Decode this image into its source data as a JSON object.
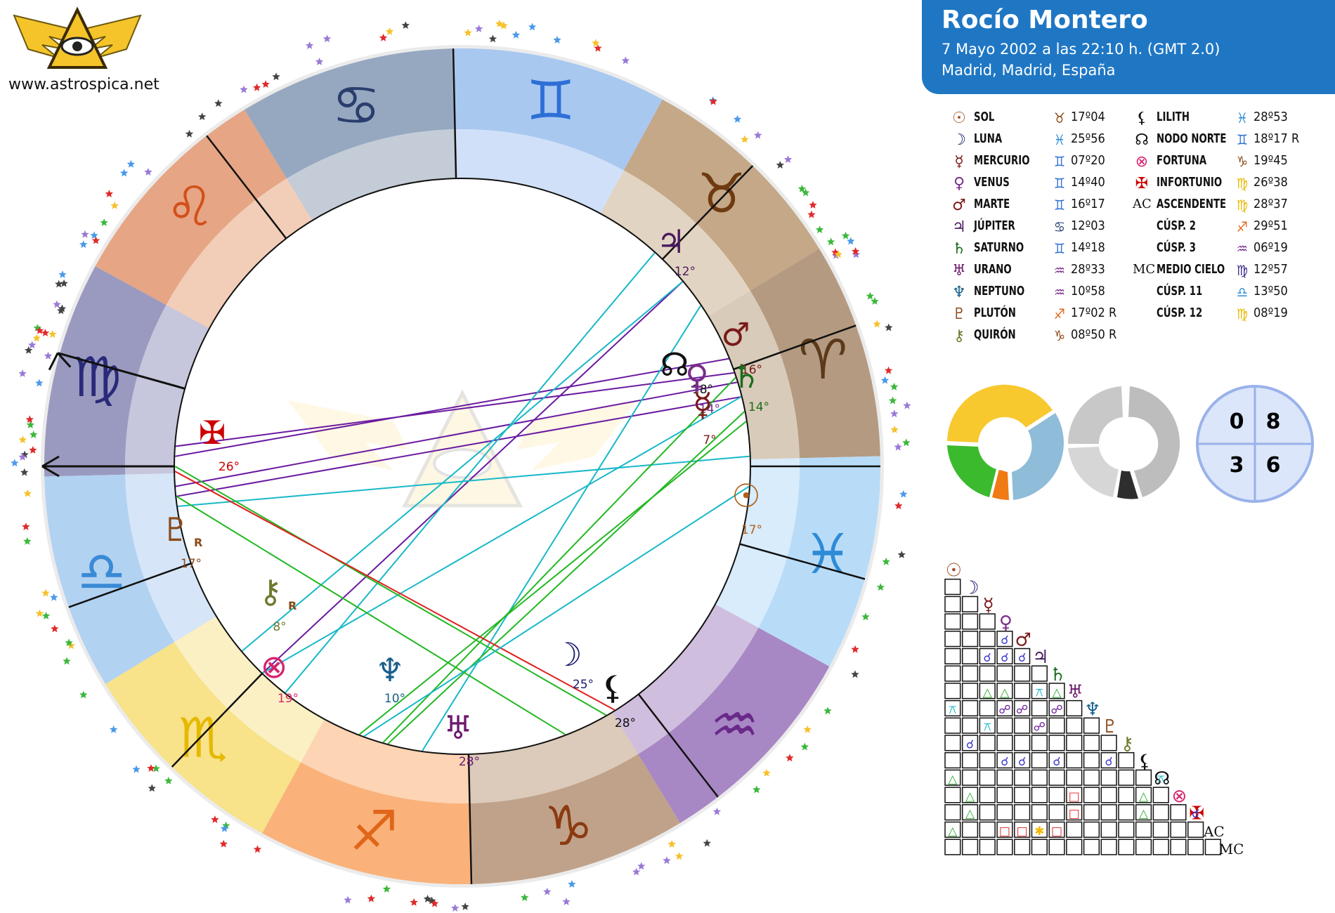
{
  "site": {
    "url": "www.astrospica.net"
  },
  "header": {
    "name": "Rocío Montero",
    "date_line": "7 Mayo 2002 a las  22:10 h. (GMT 2.0)",
    "place_line": "Madrid, Madrid, España"
  },
  "colors": {
    "header_bg": "#1f77c4"
  },
  "planets_table": [
    {
      "glyph": "☉",
      "color": "#a0522d",
      "name": "SOL",
      "sign": "♉",
      "sign_color": "#8b4513",
      "value": "17º04"
    },
    {
      "glyph": "☽",
      "color": "#1a1a6e",
      "name": "LUNA",
      "sign": "♓",
      "sign_color": "#2e8bd6",
      "value": "25º56"
    },
    {
      "glyph": "☿",
      "color": "#7a1a1a",
      "name": "MERCURIO",
      "sign": "♊",
      "sign_color": "#2e6fd6",
      "value": "07º20"
    },
    {
      "glyph": "♀",
      "color": "#7a2e8a",
      "name": "VENUS",
      "sign": "♊",
      "sign_color": "#2e6fd6",
      "value": "14º40"
    },
    {
      "glyph": "♂",
      "color": "#7a1a1a",
      "name": "MARTE",
      "sign": "♊",
      "sign_color": "#2e6fd6",
      "value": "16º17"
    },
    {
      "glyph": "♃",
      "color": "#4a1a5e",
      "name": "JÚPITER",
      "sign": "♋",
      "sign_color": "#1a3a6e",
      "value": "12º03"
    },
    {
      "glyph": "♄",
      "color": "#1a6e1a",
      "name": "SATURNO",
      "sign": "♊",
      "sign_color": "#2e6fd6",
      "value": "14º18"
    },
    {
      "glyph": "♅",
      "color": "#6e1a6e",
      "name": "URANO",
      "sign": "♒",
      "sign_color": "#7a2e8a",
      "value": "28º33"
    },
    {
      "glyph": "♆",
      "color": "#1a5e8a",
      "name": "NEPTUNO",
      "sign": "♒",
      "sign_color": "#7a2e8a",
      "value": "10º58"
    },
    {
      "glyph": "♇",
      "color": "#8a4a1a",
      "name": "PLUTÓN",
      "sign": "♐",
      "sign_color": "#e0661a",
      "value": "17º02 R"
    },
    {
      "glyph": "⚷",
      "color": "#6e7a2e",
      "name": "QUIRÓN",
      "sign": "♑",
      "sign_color": "#8b4513",
      "value": "08º50 R"
    }
  ],
  "points_table": [
    {
      "glyph": "⚸",
      "color": "#111111",
      "name": "LILITH",
      "sign": "♓",
      "sign_color": "#2e8bd6",
      "value": "28º53"
    },
    {
      "glyph": "☊",
      "color": "#111111",
      "name": "NODO NORTE",
      "sign": "♊",
      "sign_color": "#2e6fd6",
      "value": "18º17 R"
    },
    {
      "glyph": "⊗",
      "color": "#d6246e",
      "name": "FORTUNA",
      "sign": "♑",
      "sign_color": "#8b4513",
      "value": "19º45"
    },
    {
      "glyph": "✠",
      "color": "#cc0000",
      "name": "INFORTUNIO",
      "sign": "♍",
      "sign_color": "#e6b800",
      "value": "26º38"
    },
    {
      "glyph": "AC",
      "color": "#111111",
      "name": "ASCENDENTE",
      "sign": "♍",
      "sign_color": "#e6b800",
      "value": "28º37"
    },
    {
      "glyph": "",
      "color": "#111111",
      "name": "CÚSP. 2",
      "sign": "♐",
      "sign_color": "#e0661a",
      "value": "29º51"
    },
    {
      "glyph": "",
      "color": "#111111",
      "name": "CÚSP. 3",
      "sign": "♒",
      "sign_color": "#7a2e8a",
      "value": "06º19"
    },
    {
      "glyph": "MC",
      "color": "#111111",
      "name": "MEDIO CIELO",
      "sign": "♍",
      "sign_color": "#3a2a8a",
      "value": "12º57"
    },
    {
      "glyph": "",
      "color": "#111111",
      "name": "CÚSP. 11",
      "sign": "♎",
      "sign_color": "#2e8bd6",
      "value": "13º50"
    },
    {
      "glyph": "",
      "color": "#111111",
      "name": "CÚSP. 12",
      "sign": "♍",
      "sign_color": "#e6b800",
      "value": "08º19"
    }
  ],
  "zodiac": [
    {
      "sign": "♈",
      "fill": "#b49a80",
      "inner": "#d8cbb9",
      "glyph_color": "#5a3a1a"
    },
    {
      "sign": "♉",
      "fill": "#c4a888",
      "inner": "#e2d4c2",
      "glyph_color": "#6e3a10"
    },
    {
      "sign": "♊",
      "fill": "#a8c8f0",
      "inner": "#cfe0f8",
      "glyph_color": "#2e6fd6"
    },
    {
      "sign": "♋",
      "fill": "#96a8c0",
      "inner": "#c4ccd8",
      "glyph_color": "#2a3e6e"
    },
    {
      "sign": "♌",
      "fill": "#e6a584",
      "inner": "#f2cdb8",
      "glyph_color": "#d2501a"
    },
    {
      "sign": "♍",
      "fill": "#9a9ac0",
      "inner": "#c6c6dc",
      "glyph_color": "#2a2a7a"
    },
    {
      "sign": "♎",
      "fill": "#b2d2f2",
      "inner": "#d6e6f8",
      "glyph_color": "#3a8ad6"
    },
    {
      "sign": "♏",
      "fill": "#f8e28a",
      "inner": "#fbf0c4",
      "glyph_color": "#e6b800"
    },
    {
      "sign": "♐",
      "fill": "#fab27a",
      "inner": "#fdd4b4",
      "glyph_color": "#e0661a"
    },
    {
      "sign": "♑",
      "fill": "#c0a28a",
      "inner": "#dccaba",
      "glyph_color": "#8b3a10"
    },
    {
      "sign": "♒",
      "fill": "#a888c4",
      "inner": "#d0bede",
      "glyph_color": "#6a2a8a"
    },
    {
      "sign": "♓",
      "fill": "#b8dcf8",
      "inner": "#d8ecfc",
      "glyph_color": "#2e8bd6"
    }
  ],
  "chart_planets": [
    {
      "glyph": "☊",
      "label": "18°",
      "color": "#111111"
    },
    {
      "glyph": "♂",
      "label": "16°",
      "color": "#7a1a1a"
    },
    {
      "glyph": "♀",
      "label": "14°",
      "color": "#7a2e8a"
    },
    {
      "glyph": "♄",
      "label": "14°",
      "color": "#1a6e1a"
    },
    {
      "glyph": "☿",
      "label": "7°",
      "color": "#7a1a1a"
    },
    {
      "glyph": "♃",
      "label": "12°",
      "color": "#4a1a5e"
    },
    {
      "glyph": "☉",
      "label": "17°",
      "color": "#b0601a"
    },
    {
      "glyph": "☽",
      "label": "25°",
      "color": "#1a1a6e"
    },
    {
      "glyph": "⚸",
      "label": "28°",
      "color": "#111111"
    },
    {
      "glyph": "♅",
      "label": "28°",
      "color": "#6e1a6e"
    },
    {
      "glyph": "♆",
      "label": "10°",
      "color": "#1a5e8a"
    },
    {
      "glyph": "⊗",
      "label": "19°",
      "color": "#d6246e"
    },
    {
      "glyph": "⚷",
      "label": "8°",
      "color": "#6e7a2e"
    },
    {
      "glyph": "♇",
      "label": "17°",
      "color": "#8a4a1a"
    },
    {
      "glyph": "✠",
      "label": "26°",
      "color": "#cc0000"
    }
  ],
  "retro_marker": "R",
  "quadrants": {
    "q1": "0",
    "q2": "8",
    "q3": "3",
    "q4": "6"
  },
  "aspect_grid": {
    "labels": [
      {
        "g": "☉",
        "c": "#a0522d"
      },
      {
        "g": "☽",
        "c": "#1a1a6e"
      },
      {
        "g": "☿",
        "c": "#7a1a1a"
      },
      {
        "g": "♀",
        "c": "#7a2e8a"
      },
      {
        "g": "♂",
        "c": "#7a1a1a"
      },
      {
        "g": "♃",
        "c": "#4a1a5e"
      },
      {
        "g": "♄",
        "c": "#1a6e1a"
      },
      {
        "g": "♅",
        "c": "#6e1a6e"
      },
      {
        "g": "♆",
        "c": "#1a5e8a"
      },
      {
        "g": "♇",
        "c": "#8a4a1a"
      },
      {
        "g": "⚷",
        "c": "#6e7a2e"
      },
      {
        "g": "⚸",
        "c": "#111111"
      },
      {
        "g": "☊",
        "c": "#111111"
      },
      {
        "g": "⊗",
        "c": "#d6246e"
      },
      {
        "g": "✠",
        "c": "#cc0000"
      },
      {
        "g": "AC",
        "c": "#111111"
      },
      {
        "g": "MC",
        "c": "#111111"
      }
    ],
    "cells": [
      {
        "r": 4,
        "c": 3,
        "s": "☌",
        "k": "conj"
      },
      {
        "r": 5,
        "c": 2,
        "s": "☌",
        "k": "conj"
      },
      {
        "r": 5,
        "c": 3,
        "s": "☌",
        "k": "conj"
      },
      {
        "r": 5,
        "c": 4,
        "s": "☌",
        "k": "conj"
      },
      {
        "r": 7,
        "c": 2,
        "s": "△",
        "k": "trine"
      },
      {
        "r": 7,
        "c": 3,
        "s": "△",
        "k": "trine"
      },
      {
        "r": 7,
        "c": 5,
        "s": "⚻",
        "k": "quin"
      },
      {
        "r": 7,
        "c": 6,
        "s": "△",
        "k": "trine"
      },
      {
        "r": 8,
        "c": 0,
        "s": "⚻",
        "k": "quin"
      },
      {
        "r": 8,
        "c": 3,
        "s": "☍",
        "k": "opp"
      },
      {
        "r": 8,
        "c": 4,
        "s": "☍",
        "k": "opp"
      },
      {
        "r": 8,
        "c": 6,
        "s": "☍",
        "k": "opp"
      },
      {
        "r": 9,
        "c": 2,
        "s": "⚻",
        "k": "quin"
      },
      {
        "r": 9,
        "c": 5,
        "s": "☍",
        "k": "opp"
      },
      {
        "r": 10,
        "c": 1,
        "s": "☌",
        "k": "conj"
      },
      {
        "r": 11,
        "c": 3,
        "s": "☌",
        "k": "conj"
      },
      {
        "r": 11,
        "c": 4,
        "s": "☌",
        "k": "conj"
      },
      {
        "r": 11,
        "c": 6,
        "s": "☌",
        "k": "conj"
      },
      {
        "r": 11,
        "c": 9,
        "s": "☌",
        "k": "conj"
      },
      {
        "r": 12,
        "c": 0,
        "s": "△",
        "k": "trine"
      },
      {
        "r": 12,
        "c": 12,
        "s": "⚻",
        "k": "quin"
      },
      {
        "r": 13,
        "c": 1,
        "s": "△",
        "k": "trine"
      },
      {
        "r": 13,
        "c": 7,
        "s": "□",
        "k": "square"
      },
      {
        "r": 13,
        "c": 11,
        "s": "△",
        "k": "trine"
      },
      {
        "r": 14,
        "c": 1,
        "s": "△",
        "k": "trine"
      },
      {
        "r": 14,
        "c": 7,
        "s": "□",
        "k": "square"
      },
      {
        "r": 14,
        "c": 11,
        "s": "△",
        "k": "trine"
      },
      {
        "r": 14,
        "c": 14,
        "s": "☌",
        "k": "conj"
      },
      {
        "r": 15,
        "c": 0,
        "s": "△",
        "k": "trine"
      },
      {
        "r": 15,
        "c": 3,
        "s": "□",
        "k": "square"
      },
      {
        "r": 15,
        "c": 4,
        "s": "□",
        "k": "square"
      },
      {
        "r": 15,
        "c": 5,
        "s": "✱",
        "k": "sext"
      },
      {
        "r": 15,
        "c": 6,
        "s": "□",
        "k": "square"
      }
    ]
  }
}
